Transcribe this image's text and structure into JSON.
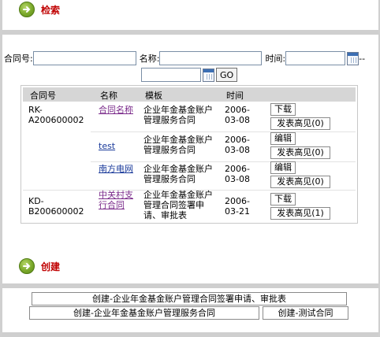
{
  "search_section": {
    "title": "检索"
  },
  "filters": {
    "contract_no_label": "合同号:",
    "name_label": "名称:",
    "time_label": "时间:",
    "range_sep": "--",
    "go_label": "GO",
    "contract_no_value": "",
    "name_value": "",
    "time_from_value": "",
    "time_to_value": ""
  },
  "table": {
    "headers": [
      "合同号",
      "名称",
      "模板",
      "时间"
    ],
    "rows": [
      {
        "contract_no": "RK-A200600002",
        "name": "合同名称",
        "template": "企业年金基金账户管理服务合同",
        "date": "2006-03-08",
        "primary_action": "下载",
        "secondary_action": "发表高见(0)"
      },
      {
        "contract_no": "",
        "name": "test",
        "template": "企业年金基金账户管理服务合同",
        "date": "2006-03-08",
        "primary_action": "编辑",
        "secondary_action": "发表高见(0)"
      },
      {
        "contract_no": "",
        "name": "南方电网",
        "template": "企业年金基金账户管理服务合同",
        "date": "2006-03-08",
        "primary_action": "编辑",
        "secondary_action": "发表高见(0)"
      },
      {
        "contract_no": "KD-B200600002",
        "name": "中关村支行合同",
        "template": "企业年金基金账户管理合同签署申请、审批表",
        "date": "2006-03-21",
        "primary_action": "下载",
        "secondary_action": "发表高见(1)"
      }
    ]
  },
  "create_section": {
    "title": "创建",
    "buttons": [
      "创建-企业年金基金账户管理合同签署申请、审批表",
      "创建-企业年金基金账户管理服务合同",
      "创建-测试合同"
    ]
  }
}
